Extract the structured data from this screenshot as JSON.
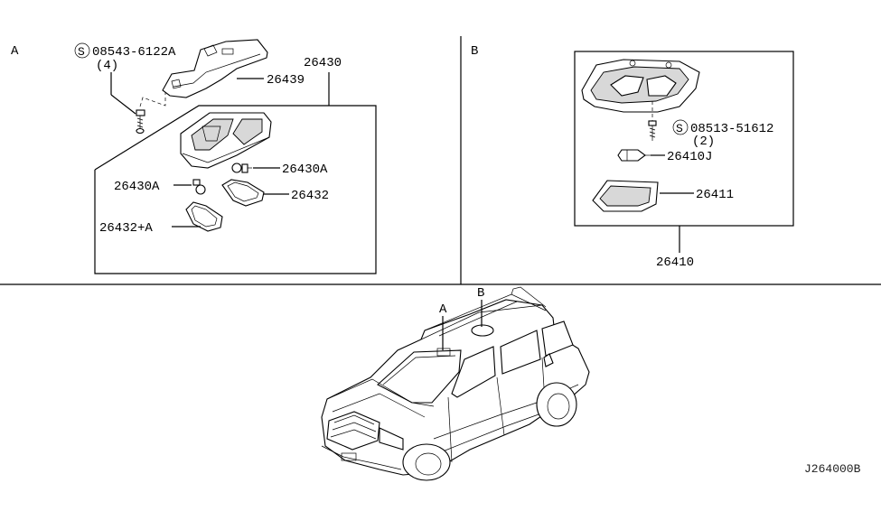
{
  "section_a": {
    "letter": "A",
    "screw_code": "08543-6122A",
    "screw_qty": "(4)",
    "screw_symbol": "S",
    "lens_bracket": "26439",
    "assembly": "26430",
    "bulb_right": "26430A",
    "bulb_left": "26430A",
    "lens_right": "26432",
    "lens_left": "26432+A"
  },
  "section_b": {
    "letter": "B",
    "screw_code": "08513-51612",
    "screw_qty": "(2)",
    "screw_symbol": "S",
    "bulb": "26410J",
    "lens": "26411",
    "assembly": "26410"
  },
  "vehicle": {
    "callout_a": "A",
    "callout_b": "B"
  },
  "diagram_code": "J264000B"
}
